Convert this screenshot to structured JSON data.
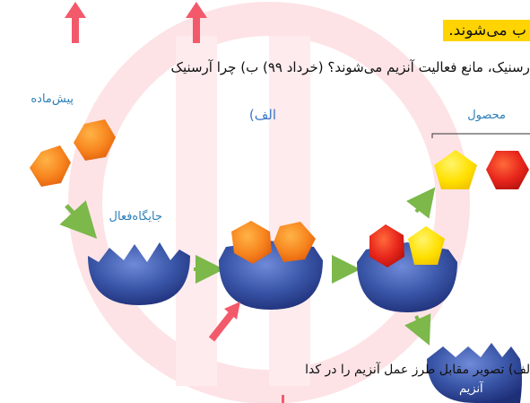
{
  "header": {
    "highlight_text": "ب می‌شوند.",
    "question_text": "ارسنیک، مانع فعالیت آنزیم می‌شوند؟ (خرداد ۹۹)  ب) چرا آرسنیک"
  },
  "diagram": {
    "substrate_label": "پیش‌ماده",
    "part_label": "الف)",
    "product_label": "محصول",
    "active_site_label": "جایگاه‌فعال",
    "enzyme_label": "آنزیم"
  },
  "footer": {
    "question_text": "الف) تصویر مقابل طرز عمل آنزیم را در کدا"
  },
  "colors": {
    "accent_red": "#f25a6b",
    "highlight": "#ffd400",
    "enzyme_blue": "#3a56a8",
    "hex_orange": "#f7851e",
    "hex_red": "#e8261c",
    "pentagon_yellow": "#ffe000",
    "arrow_green": "#7cb84a",
    "label_blue": "#2d7fb8",
    "watermark": "#fde3e6"
  }
}
